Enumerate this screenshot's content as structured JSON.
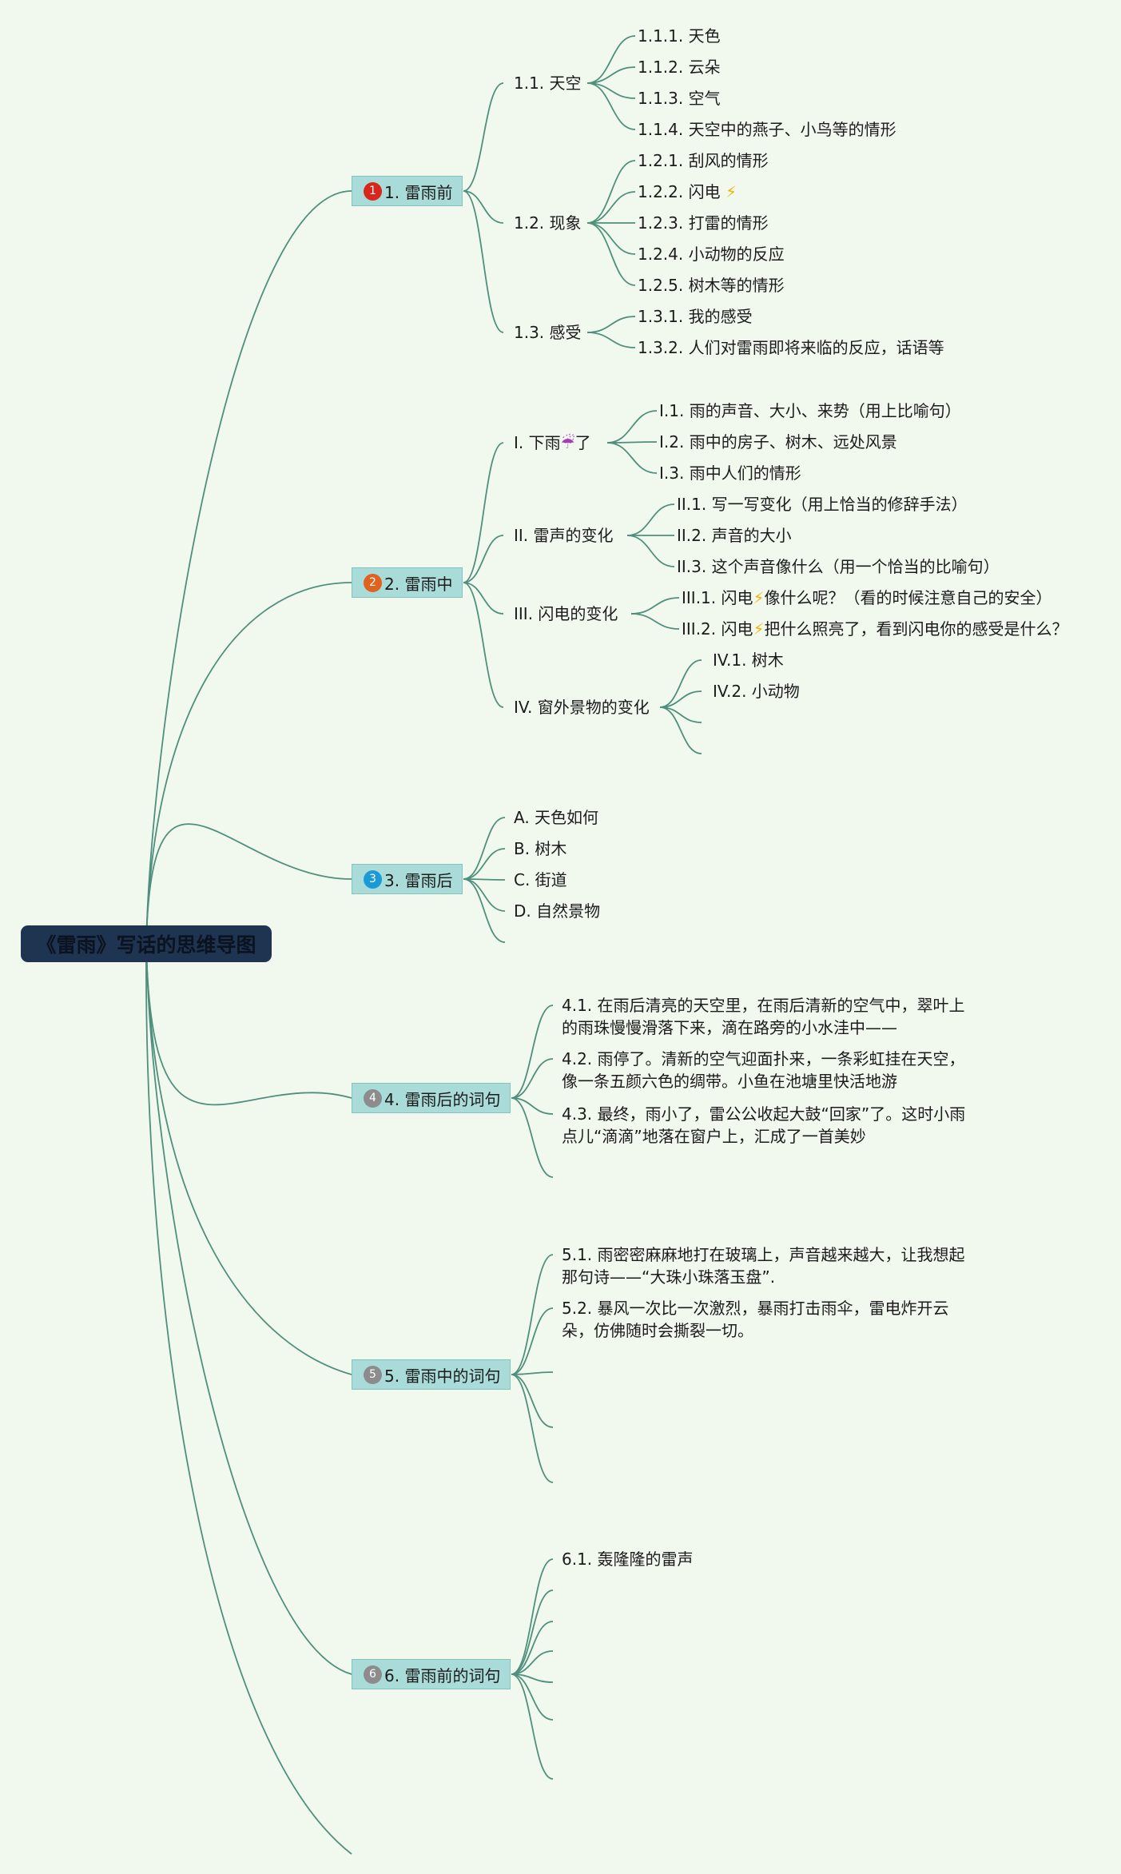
{
  "title": "《雷雨》写话的思维导图",
  "colors": {
    "background": "#f1f9ef",
    "line": "#4f8f7c",
    "root_bg": "#1f3450",
    "branch_bg": "#a9dbd8",
    "badge_red": "#d9261c",
    "badge_orange": "#e0621e",
    "badge_blue": "#1a9ad6",
    "badge_gray": "#8c8c8c"
  },
  "icons": {
    "lightning": "⚡",
    "umbrella": "☔"
  },
  "branches": [
    {
      "badge": "1",
      "label": "1. 雷雨前",
      "children": [
        {
          "label": "1.1. 天空",
          "items": [
            "1.1.1. 天色",
            "1.1.2. 云朵",
            "1.1.3. 空气",
            "1.1.4. 天空中的燕子、小鸟等的情形"
          ]
        },
        {
          "label": "1.2. 现象",
          "items": [
            "1.2.1. 刮风的情形",
            "1.2.2. 闪电",
            "1.2.3. 打雷的情形",
            "1.2.4. 小动物的反应",
            "1.2.5. 树木等的情形"
          ]
        },
        {
          "label": "1.3. 感受",
          "items": [
            "1.3.1. 我的感受",
            "1.3.2. 人们对雷雨即将来临的反应，话语等"
          ]
        }
      ]
    },
    {
      "badge": "2",
      "label": "2. 雷雨中",
      "children": [
        {
          "label_a": "I. 下雨",
          "label_b": "了",
          "items": [
            "I.1. 雨的声音、大小、来势（用上比喻句）",
            "I.2. 雨中的房子、树木、远处风景",
            "I.3. 雨中人们的情形"
          ]
        },
        {
          "label": "II. 雷声的变化",
          "items": [
            "II.1. 写一写变化（用上恰当的修辞手法）",
            "II.2. 声音的大小",
            "II.3. 这个声音像什么（用一个恰当的比喻句）"
          ]
        },
        {
          "label": "III. 闪电的变化",
          "items_a": [
            "III.1. 闪电",
            "III.2. 闪电"
          ],
          "items_b": [
            "像什么呢？（看的时候注意自己的安全）",
            "把什么照亮了，看到闪电你的感受是什么？"
          ]
        },
        {
          "label": "IV. 窗外景物的变化",
          "items": [
            "IV.1. 树木",
            "IV.2. 小动物"
          ]
        }
      ]
    },
    {
      "badge": "3",
      "label": "3. 雷雨后",
      "items": [
        "A. 天色如何",
        "B. 树木",
        "C. 街道",
        "D. 自然景物"
      ]
    },
    {
      "badge": "4",
      "label": "4. 雷雨后的词句",
      "items": [
        "4.1. 在雨后清亮的天空里，在雨后清新的空气中，翠叶上的雨珠慢慢滑落下来，滴在路旁的小水洼中——",
        "4.2. 雨停了。清新的空气迎面扑来，一条彩虹挂在天空，像一条五颜六色的绸带。小鱼在池塘里快活地游",
        "4.3. 最终，雨小了，雷公公收起大鼓“回家”了。这时小雨点儿“滴滴”地落在窗户上，汇成了一首美妙"
      ]
    },
    {
      "badge": "5",
      "label": "5. 雷雨中的词句",
      "items": [
        "5.1. 雨密密麻麻地打在玻璃上，声音越来越大，让我想起那句诗——“大珠小珠落玉盘”.",
        "5.2. 暴风一次比一次激烈，暴雨打击雨伞，雷电炸开云朵，仿佛随时会撕裂一切。"
      ]
    },
    {
      "badge": "6",
      "label": "6. 雷雨前的词句",
      "items": [
        "6.1. 轰隆隆的雷声"
      ]
    }
  ]
}
